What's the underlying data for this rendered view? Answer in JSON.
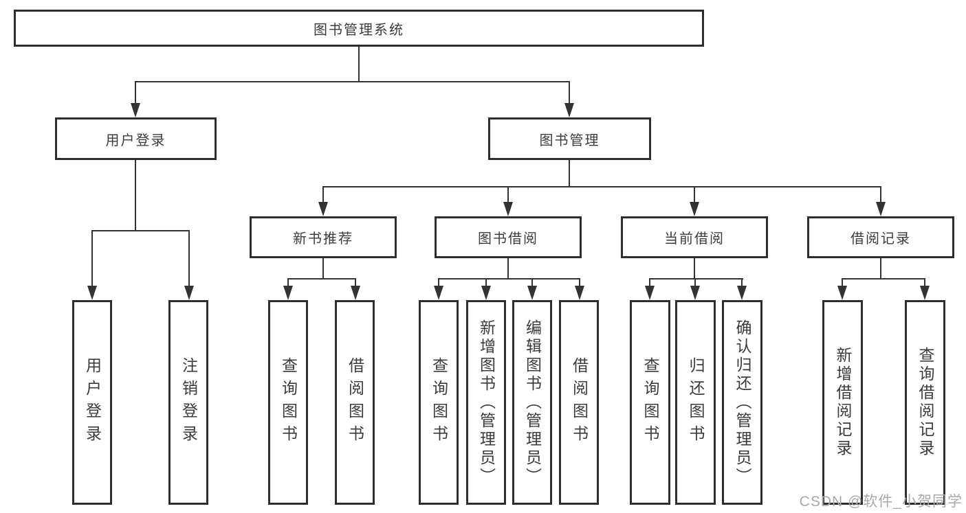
{
  "diagram": {
    "root": {
      "label": "图书管理系统"
    },
    "level2": [
      {
        "label": "用户登录",
        "children": [
          {
            "label": "用户登录"
          },
          {
            "label": "注销登录"
          }
        ]
      },
      {
        "label": "图书管理"
      }
    ],
    "level3": [
      {
        "label": "新书推荐",
        "children": [
          {
            "label": "查询图书"
          },
          {
            "label": "借阅图书"
          }
        ]
      },
      {
        "label": "图书借阅",
        "children": [
          {
            "label": "查询图书"
          },
          {
            "label": "新增图书（管理员）"
          },
          {
            "label": "编辑图书（管理员）"
          },
          {
            "label": "借阅图书"
          }
        ]
      },
      {
        "label": "当前借阅",
        "children": [
          {
            "label": "查询图书"
          },
          {
            "label": "归还图书"
          },
          {
            "label": "确认归还（管理员）"
          }
        ]
      },
      {
        "label": "借阅记录",
        "children": [
          {
            "label": "新增借阅记录"
          },
          {
            "label": "查询借阅记录"
          }
        ]
      }
    ],
    "colors": {
      "line": "#333336",
      "box_border": "#2d2d2f",
      "text": "#3b3b3d",
      "watermark": "#a8a8aa"
    }
  },
  "watermark": {
    "text": "CSDN @软件_小贺同学"
  }
}
